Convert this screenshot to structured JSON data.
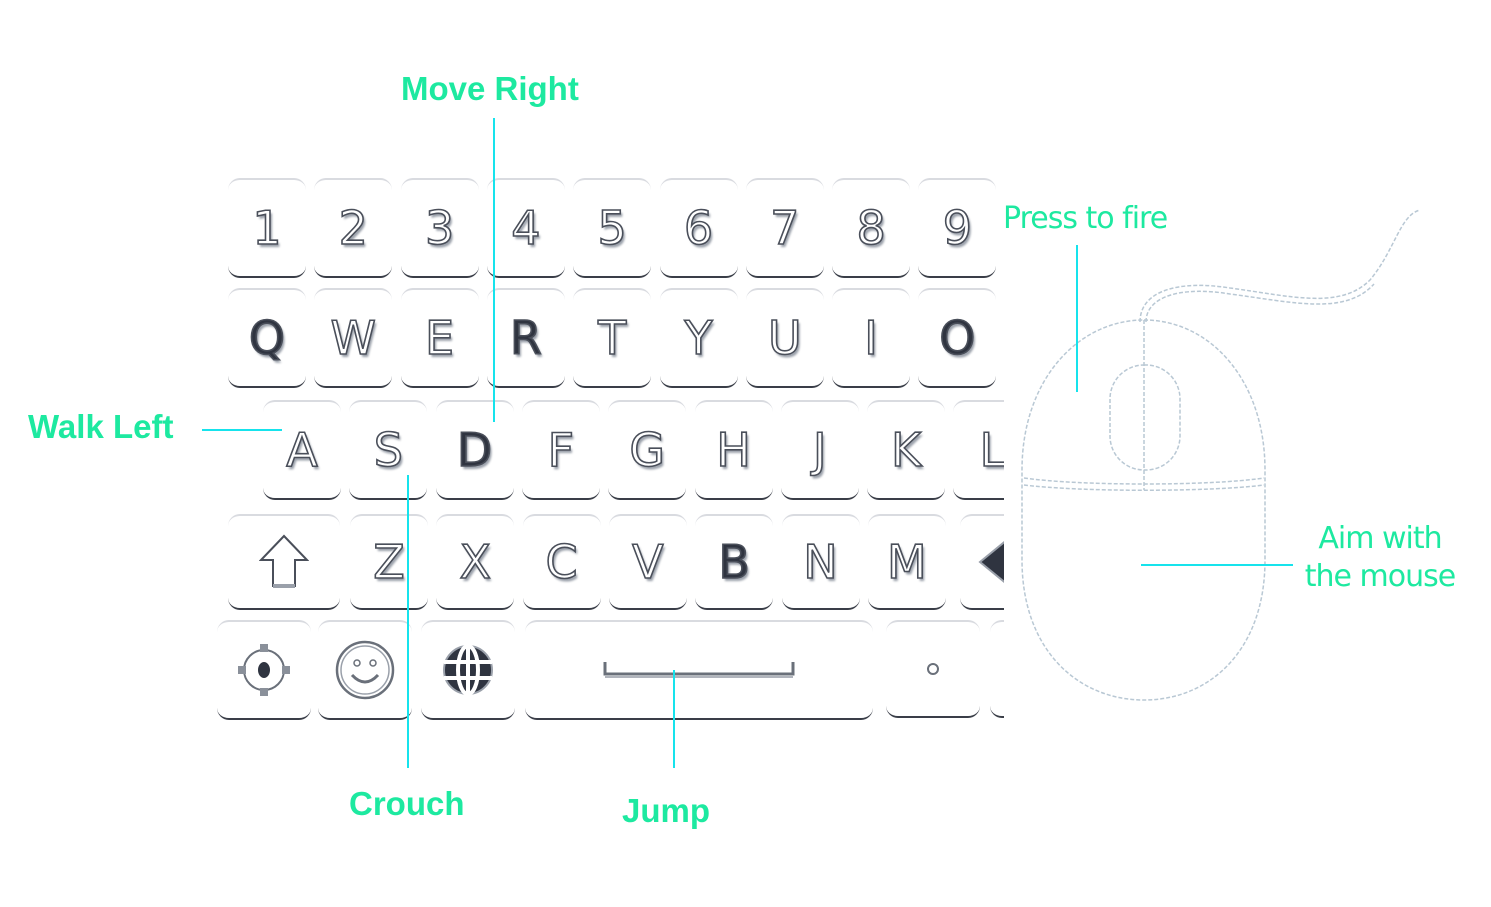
{
  "keyboard": {
    "row1": [
      "1",
      "2",
      "3",
      "4",
      "5",
      "6",
      "7",
      "8",
      "9"
    ],
    "row2": [
      "Q",
      "W",
      "E",
      "R",
      "T",
      "Y",
      "U",
      "I",
      "O"
    ],
    "row3": [
      "A",
      "S",
      "D",
      "F",
      "G",
      "H",
      "J",
      "K",
      "L"
    ],
    "row4": [
      "Z",
      "X",
      "C",
      "V",
      "B",
      "N",
      "M"
    ],
    "dark_keys": [
      "Q",
      "O",
      "R",
      "D",
      "B"
    ]
  },
  "labels": {
    "move_right": "Move Right",
    "walk_left": "Walk Left",
    "crouch": "Crouch",
    "jump": "Jump",
    "press_to_fire": "Press to fire",
    "aim_line1": "Aim with",
    "aim_line2": "the mouse"
  },
  "colors": {
    "label": "#1de9a0",
    "leader_line": "#16e3ec"
  }
}
